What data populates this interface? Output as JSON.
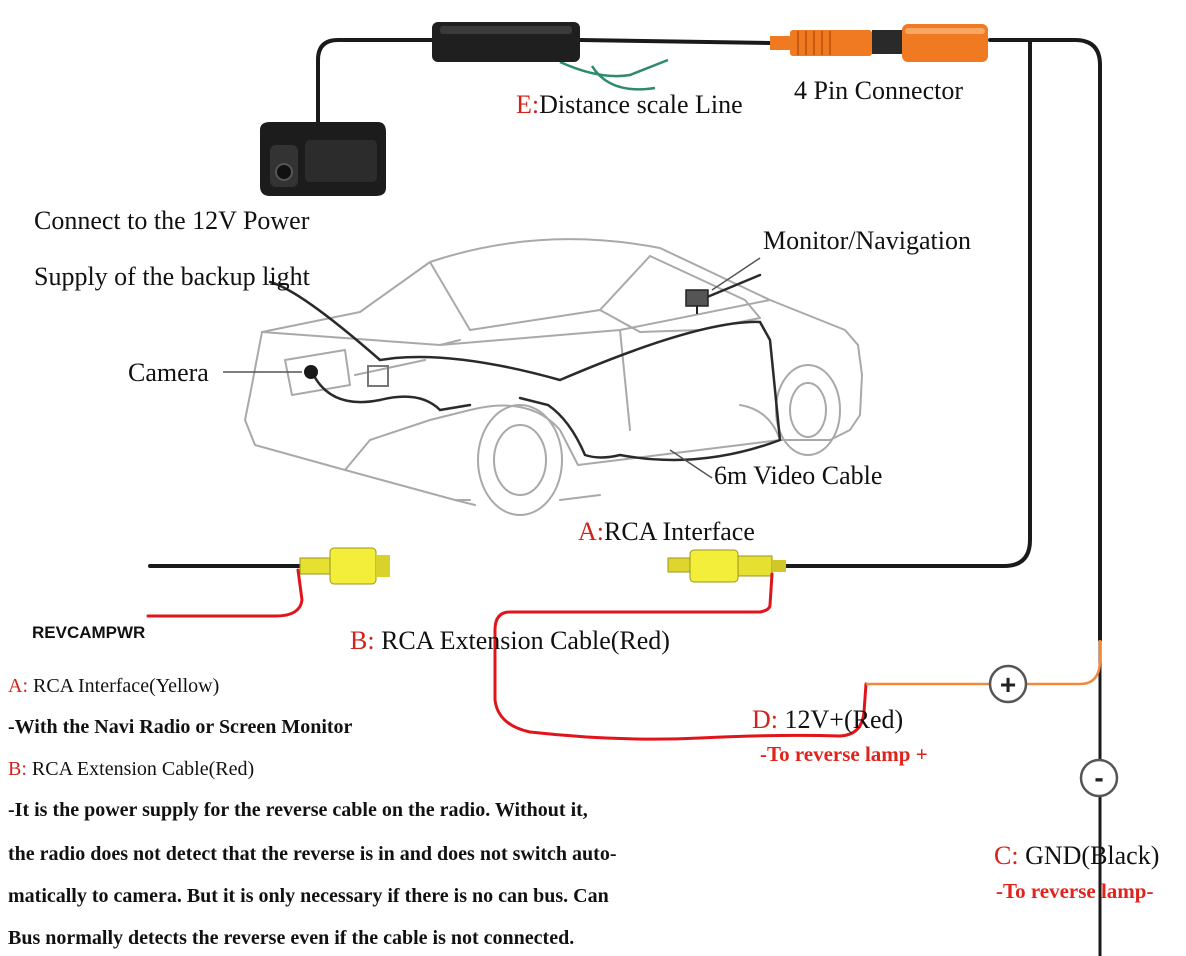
{
  "labels": {
    "distance_key": "E:",
    "distance_text": "Distance scale Line",
    "connector_4pin": "4 Pin Connector",
    "power_line1": "Connect to the 12V Power",
    "power_line2": "Supply of the backup light",
    "monitor": "Monitor/Navigation",
    "camera": "Camera",
    "video_cable": "6m Video Cable",
    "rca_key": "A:",
    "rca_text": "RCA Interface",
    "revcampwr": "REVCAMPWR",
    "ext_key": "B:",
    "ext_text": "RCA Extension Cable(Red)",
    "v12_key": "D:",
    "v12_text": "12V+(Red)",
    "v12_note": "-To reverse lamp +",
    "gnd_key": "C:",
    "gnd_text": "GND(Black)",
    "gnd_note": "-To reverse lamp-",
    "plus_symbol": "+",
    "minus_symbol": "-"
  },
  "legend": {
    "a_key": "A:",
    "a_text": "RCA Interface(Yellow)",
    "a_desc": "-With the Navi Radio or Screen Monitor",
    "b_key": "B:",
    "b_text": "RCA Extension Cable(Red)",
    "b_desc_lines": [
      "-It is the power supply for the reverse cable on the radio. Without it,",
      "the radio does not detect that the reverse is in and does not switch auto-",
      "matically to camera. But it is only necessary if there is no can bus. Can",
      "Bus normally detects the reverse even if the cable is not connected."
    ]
  },
  "colors": {
    "wire_black": "#1a1a1a",
    "wire_red": "#e2141b",
    "wire_orange": "#f08a3c",
    "connector_orange": "#f07a22",
    "rca_yellow": "#f2ee3a",
    "label_red": "#d0231c",
    "wire_green": "#2e8a6c"
  }
}
